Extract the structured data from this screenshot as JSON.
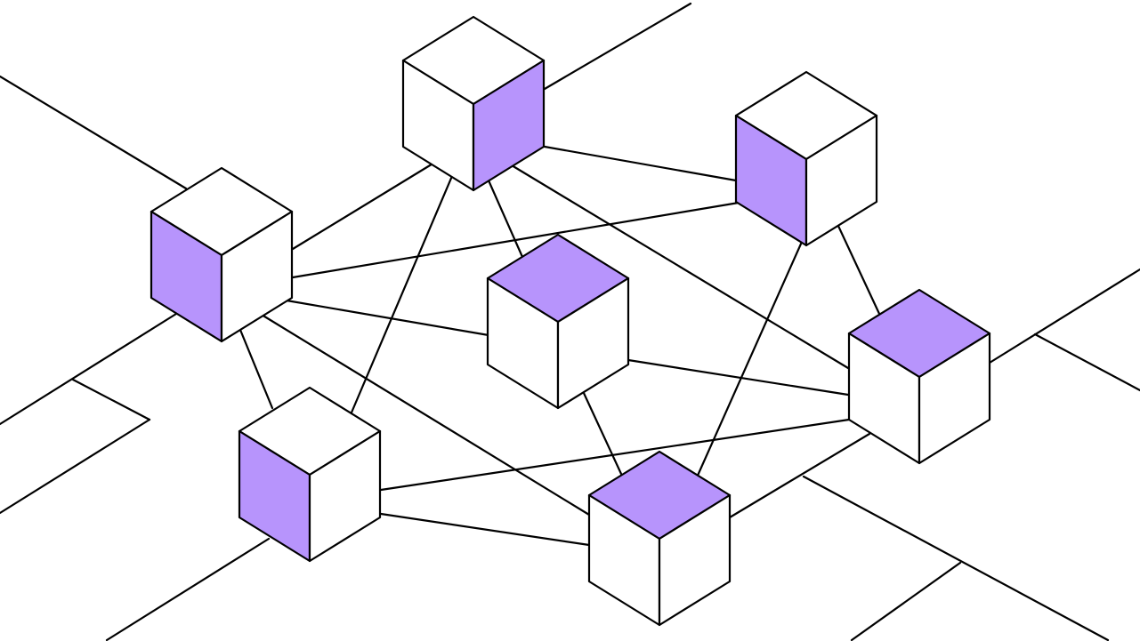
{
  "diagram": {
    "type": "isometric-network",
    "accent_color": "#b794fc",
    "line_color": "#000000",
    "background": "#ffffff",
    "node_count": 7,
    "nodes": [
      {
        "id": "n1",
        "highlight": "right-face"
      },
      {
        "id": "n2",
        "highlight": "left-face"
      },
      {
        "id": "n3",
        "highlight": "left-face"
      },
      {
        "id": "n4",
        "highlight": "top-face"
      },
      {
        "id": "n5",
        "highlight": "top-face"
      },
      {
        "id": "n6",
        "highlight": "left-face"
      },
      {
        "id": "n7",
        "highlight": "top-face"
      }
    ]
  }
}
